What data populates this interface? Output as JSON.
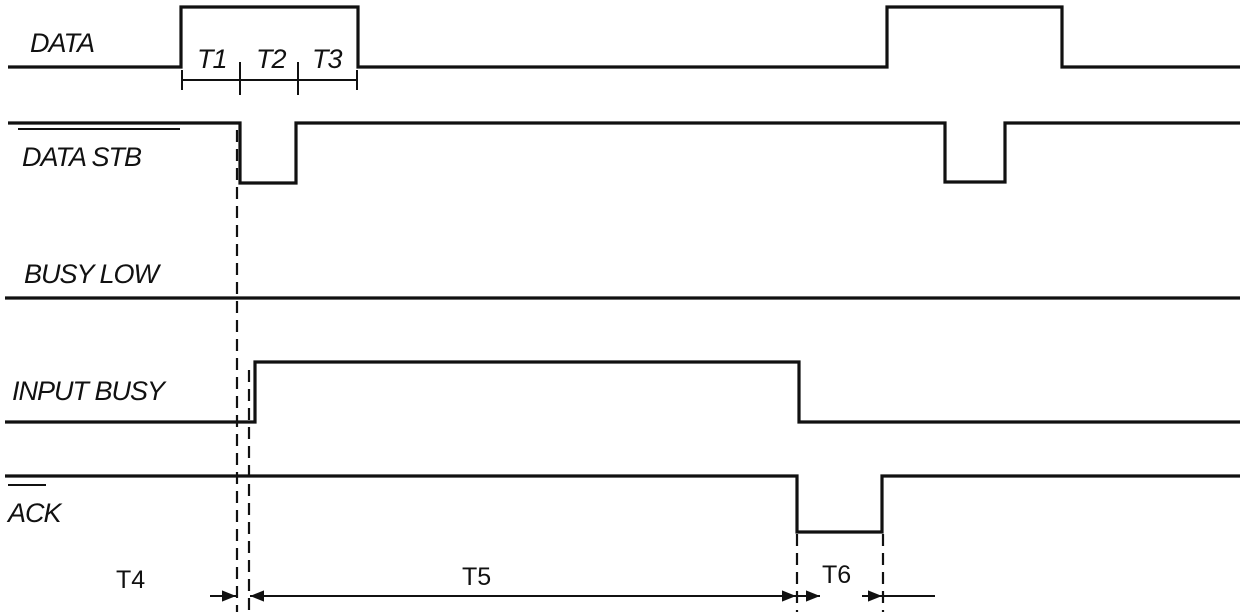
{
  "signals": [
    {
      "name": "DATA",
      "active_low": false
    },
    {
      "name": "DATA STB",
      "active_low": true
    },
    {
      "name": "BUSY LOW",
      "active_low": false
    },
    {
      "name": "INPUT BUSY",
      "active_low": false
    },
    {
      "name": "ACK",
      "active_low": true
    }
  ],
  "timings": [
    "T1",
    "T2",
    "T3",
    "T4",
    "T5",
    "T6"
  ],
  "colors": {
    "ink": "#111111",
    "background": "#ffffff"
  }
}
